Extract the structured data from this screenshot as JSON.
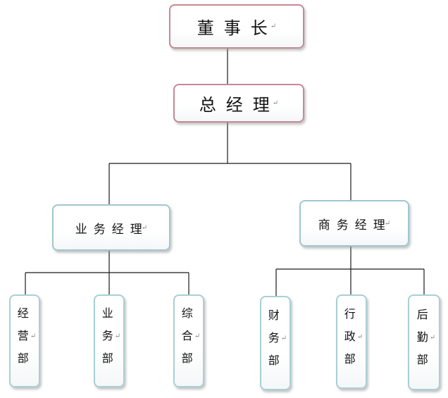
{
  "chairman": {
    "label": "董事长"
  },
  "general_manager": {
    "label": "总经理"
  },
  "business_manager": {
    "label": "业务经理",
    "departments": [
      {
        "label": "经营部"
      },
      {
        "label": "业务部"
      },
      {
        "label": "综合部"
      }
    ]
  },
  "commercial_manager": {
    "label": "商务经理",
    "departments": [
      {
        "label": "财务部"
      },
      {
        "label": "行政部"
      },
      {
        "label": "后勤部"
      }
    ]
  },
  "colors": {
    "line": "#1a1a1a",
    "top_border": "#c58a93",
    "manager_border": "#9fc7cf",
    "paragraph_mark": "#888888"
  },
  "icons": {
    "paragraph_mark": "return-arrow-icon"
  }
}
